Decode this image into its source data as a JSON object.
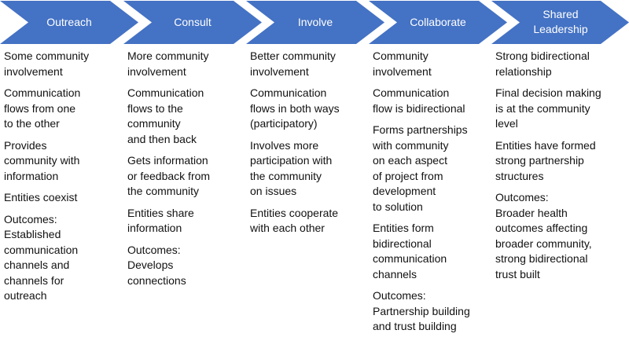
{
  "colors": {
    "chevron": "#4472C4",
    "label": "#FFFFFF",
    "text": "#111111"
  },
  "stages": [
    {
      "label": "Outreach",
      "items": [
        "Some community\ninvolvement",
        "Communication\nflows from one\nto the other",
        "Provides\ncommunity with\ninformation",
        "Entities coexist",
        "Outcomes:\nEstablished\ncommunication\nchannels and\nchannels for\noutreach"
      ]
    },
    {
      "label": "Consult",
      "items": [
        "More community\ninvolvement",
        "Communication\nflows to the\ncommunity\nand then back",
        "Gets information\nor feedback from\nthe community",
        "Entities share\ninformation",
        "Outcomes:\nDevelops\nconnections"
      ]
    },
    {
      "label": "Involve",
      "items": [
        "Better community\ninvolvement",
        "Communication\nflows in both ways\n(participatory)",
        "Involves more\nparticipation with\nthe community\non issues",
        "Entities cooperate\nwith each other"
      ]
    },
    {
      "label": "Collaborate",
      "items": [
        "Community\ninvolvement",
        "Communication\nflow is bidirectional",
        "Forms partnerships\nwith community\non each aspect\nof project from\ndevelopment\nto solution",
        "Entities form\nbidirectional\ncommunication\nchannels",
        "Outcomes:\nPartnership building\nand trust building"
      ]
    },
    {
      "label": "Shared\nLeadership",
      "items": [
        "Strong bidirectional\nrelationship",
        "Final decision making\nis at the community\nlevel",
        "Entities have formed\nstrong partnership\nstructures",
        "Outcomes:\nBroader health\noutcomes affecting\nbroader community,\nstrong bidirectional\ntrust built"
      ]
    }
  ]
}
